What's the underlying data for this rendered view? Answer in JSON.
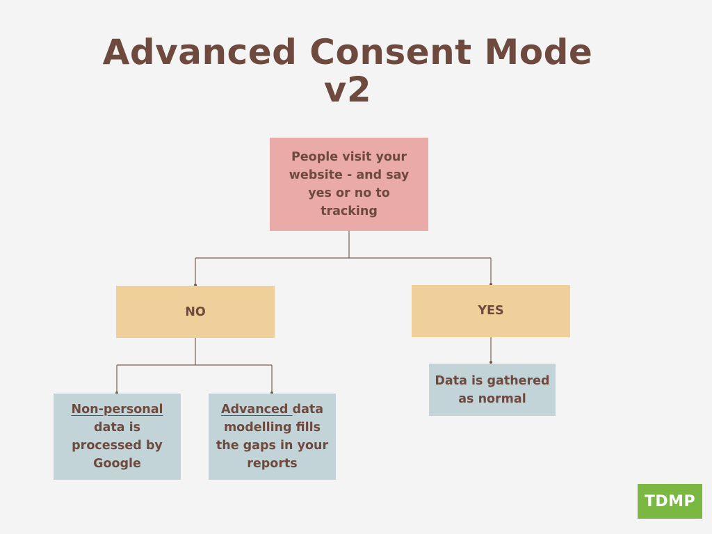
{
  "title": {
    "line1": "Advanced Consent Mode",
    "line2": "v2"
  },
  "nodes": {
    "root": {
      "text": "People visit your website - and say yes or no to tracking"
    },
    "no": {
      "text": "NO"
    },
    "yes": {
      "text": "YES"
    },
    "no_child_1": {
      "underlined": "Non-personal",
      "text": " data is processed by Google"
    },
    "no_child_2": {
      "underlined": "Advanced ",
      "text": "data modelling fills the gaps in your reports"
    },
    "yes_child": {
      "text": "Data is gathered as normal"
    }
  },
  "logo": {
    "text": "TDMP"
  },
  "colors": {
    "background": "#f4f4f4",
    "text": "#6e4a3e",
    "root_box": "#eaaaa8",
    "decision_box": "#efd09b",
    "outcome_box": "#c3d4d8",
    "logo_bg": "#7ab842",
    "connector": "#7a5a4e"
  }
}
